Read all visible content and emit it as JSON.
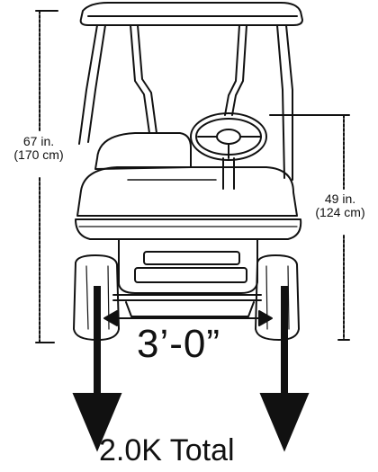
{
  "diagram": {
    "height_label_in": "67 in.",
    "height_label_cm": "(170 cm)",
    "seat_label_in": "49 in.",
    "seat_label_cm": "(124 cm)",
    "width_label": "3’-0”",
    "load_label": "2.0K Total",
    "ink_color": "#111111"
  }
}
